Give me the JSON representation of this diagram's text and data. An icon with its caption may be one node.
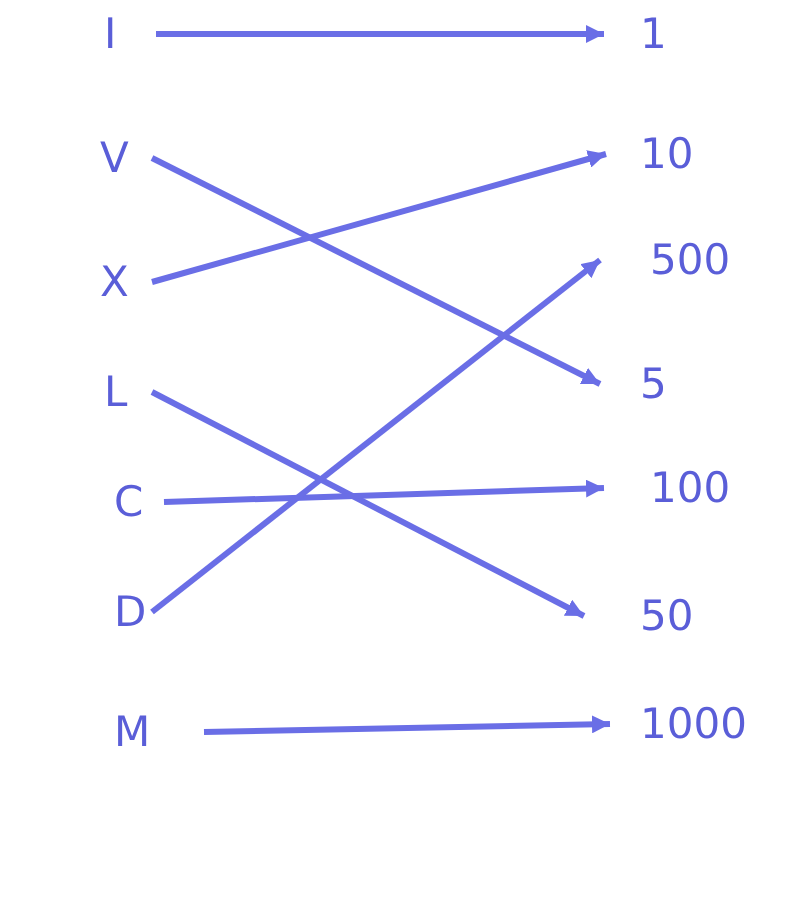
{
  "diagram": {
    "nodes": [
      {
        "text": [
          "I"
        ]
      },
      {
        "text": [
          "1"
        ]
      },
      {
        "text": [
          "V"
        ]
      },
      {
        "text": [
          "10"
        ]
      },
      {
        "text": [
          "X"
        ]
      },
      {
        "text": [
          "500"
        ]
      },
      {
        "text": [
          "L"
        ]
      },
      {
        "text": [
          "5"
        ]
      },
      {
        "text": [
          "C"
        ]
      },
      {
        "text": [
          "100"
        ]
      },
      {
        "text": [
          "D"
        ]
      },
      {
        "text": [
          "50"
        ]
      },
      {
        "text": [
          "M"
        ]
      },
      {
        "text": [
          "1000"
        ]
      }
    ],
    "edges": [
      {
        "from": 0,
        "to": 1,
        "arrow": "to"
      },
      {
        "from": 2,
        "to": 7,
        "arrow": "to"
      },
      {
        "from": 4,
        "to": 3,
        "arrow": "to"
      },
      {
        "from": 6,
        "to": 11,
        "arrow": "to"
      },
      {
        "from": 8,
        "to": 9,
        "arrow": "to"
      },
      {
        "from": 10,
        "to": 5,
        "arrow": "to"
      },
      {
        "from": 12,
        "to": 13,
        "arrow": "to"
      }
    ]
  }
}
